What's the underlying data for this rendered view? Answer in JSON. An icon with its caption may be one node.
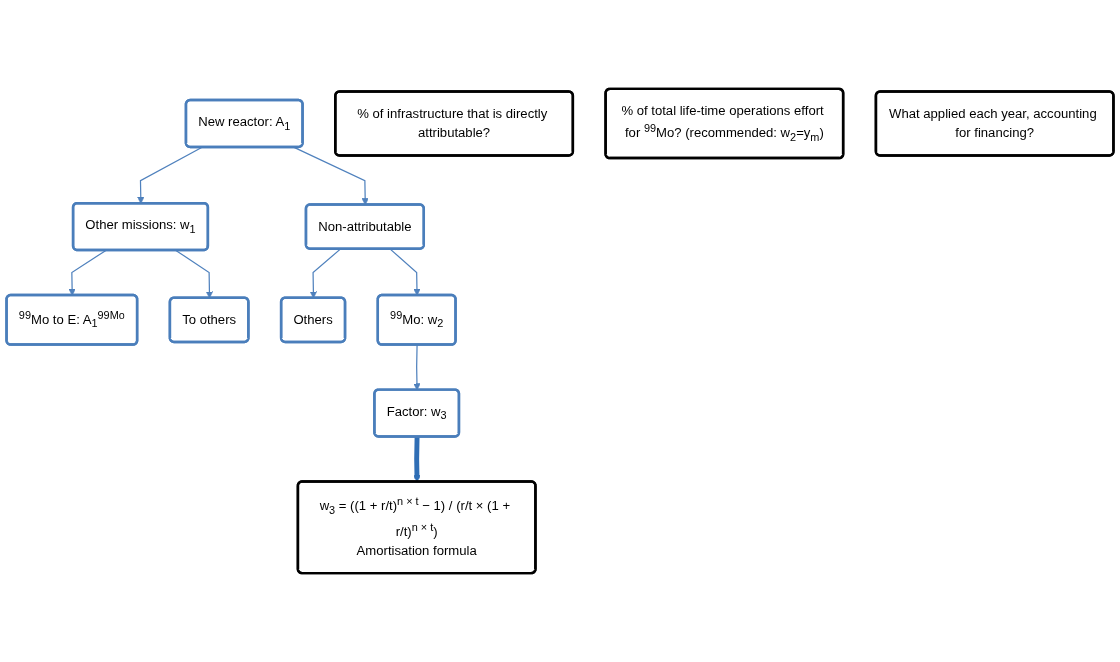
{
  "diagram": {
    "nodes": [
      {
        "text": [
          "New reactor: A$_{1}$"
        ]
      },
      {
        "text": [
          "% of infrastructure that is directly attributable?"
        ]
      },
      {
        "text": [
          "% of total life-time operations effort for $^{99}$Mo? (recommended: w$_{2}$=y$_{m}$)"
        ]
      },
      {
        "text": [
          "Non-attributable"
        ]
      },
      {
        "text": [
          "Other missions: w$_{1}$"
        ]
      },
      {
        "text": [
          "$^{99}$Mo to E: A$_{1}$$^{99Mo}$"
        ]
      },
      {
        "text": [
          "To others"
        ]
      },
      {
        "text": [
          "Others"
        ]
      },
      {
        "text": [
          "$^{99}$Mo: w$_{2}$"
        ]
      },
      {
        "text": [
          "What applied each year, accounting for financing?"
        ]
      },
      {
        "text": [
          "Factor: w$_{3}$"
        ]
      },
      {
        "text": [
          "w$_{3}$ = ((1 + r/t)$^{n × t}$ − 1) / (r/t × (1 + r/t)$^{n × t}$)",
          "Amortisation formula"
        ]
      }
    ],
    "edges": [
      {
        "from": 0,
        "to": 3,
        "arrow": "to"
      },
      {
        "from": 0,
        "to": 4,
        "arrow": "to"
      },
      {
        "from": 3,
        "to": 7,
        "arrow": "to"
      },
      {
        "from": 3,
        "to": 8,
        "arrow": "to"
      },
      {
        "from": 4,
        "to": 5,
        "arrow": "to"
      },
      {
        "from": 4,
        "to": 6,
        "arrow": "to"
      },
      {
        "from": 8,
        "to": 10,
        "arrow": "to"
      },
      {
        "from": 10,
        "to": 11,
        "arrow": "to",
        "style": "thick",
        "color": "#2f6eb5"
      }
    ]
  }
}
